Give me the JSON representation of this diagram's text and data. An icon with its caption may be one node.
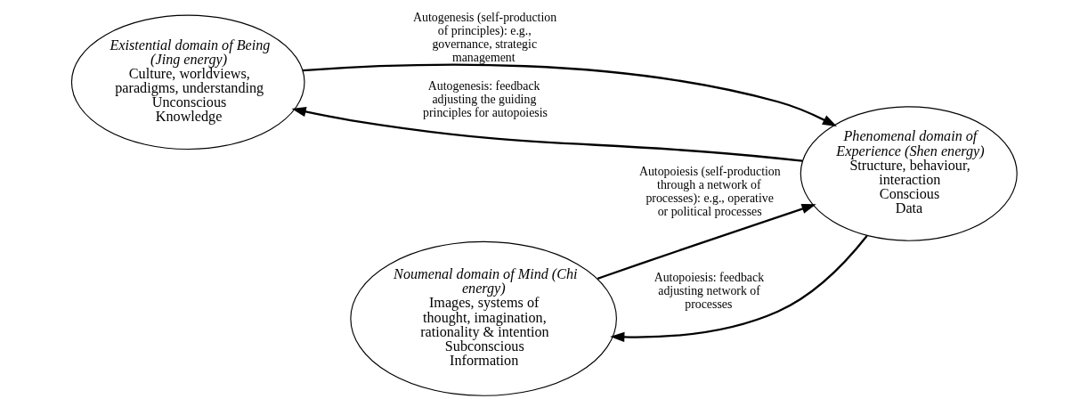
{
  "diagram": {
    "nodes": [
      {
        "text": [
          "Existential domain of Being (Jing energy)",
          "Culture, worldviews, paradigms, understanding",
          "Unconscious",
          "Knowledge"
        ]
      },
      {
        "text": [
          "Noumenal domain of Mind (Chi energy)",
          "Images, systems of thought, imagination, rationality & intention",
          "Subconscious",
          "Information"
        ]
      },
      {
        "text": [
          "Phenomenal domain of Experience (Shen energy)",
          "Structure, behaviour, interaction",
          "Conscious",
          "Data"
        ]
      }
    ],
    "edges": [
      {
        "from": 0,
        "to": 2,
        "arrow": "to",
        "label": "Autogenesis (self-production of principles): e.g., governance, strategic management"
      },
      {
        "from": 1,
        "to": 2,
        "arrow": "to",
        "label": "Autopoiesis (self-production through a network of processes): e.g., operative or political processes"
      },
      {
        "from": 2,
        "to": 1,
        "arrow": "to",
        "label": "Autopoiesis: feedback adjusting network of processes"
      },
      {
        "from": 2,
        "to": 0,
        "arrow": "to",
        "label": "Autogenesis: feedback adjusting the guiding principles for autopoiesis"
      }
    ]
  }
}
